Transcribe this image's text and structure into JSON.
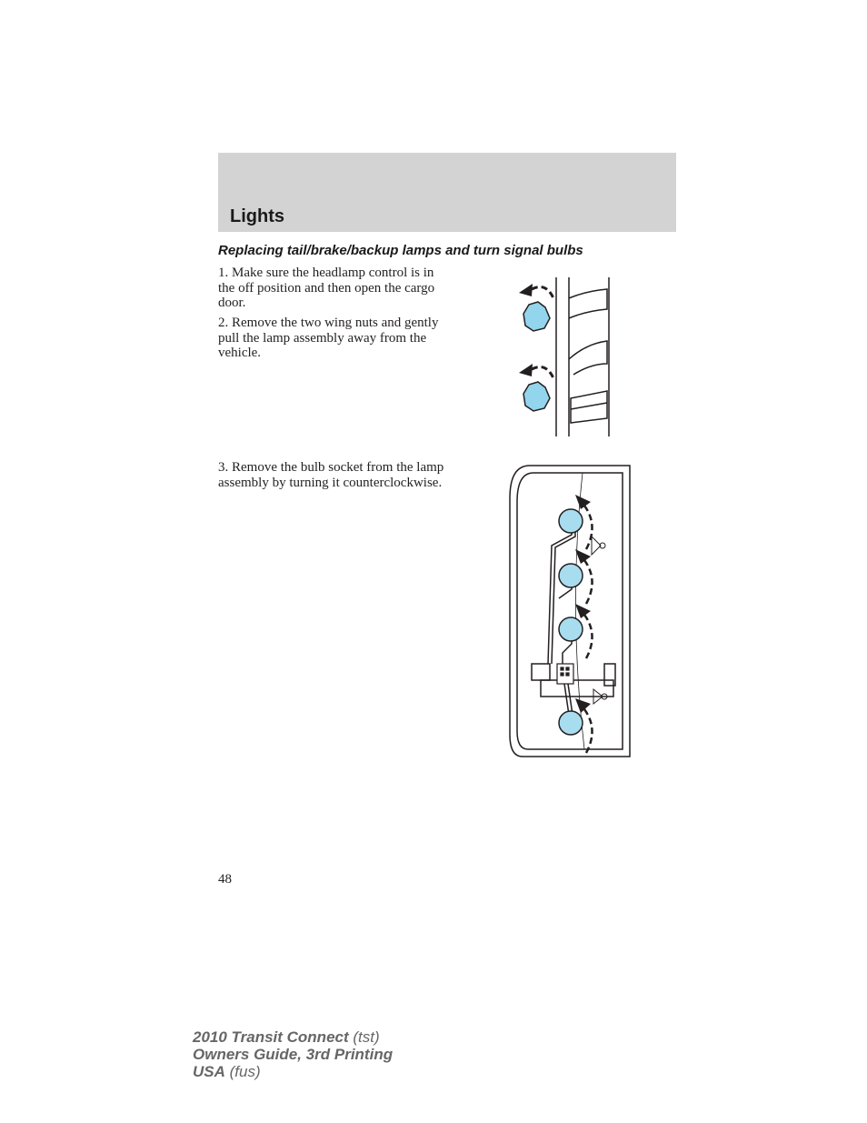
{
  "header": {
    "section_title": "Lights"
  },
  "subheading": "Replacing tail/brake/backup lamps and turn signal bulbs",
  "steps": [
    "1. Make sure the headlamp control is in the off position and then open the cargo door.",
    "2. Remove the two wing nuts and gently pull the lamp assembly away from the vehicle.",
    "3. Remove the bulb socket from the lamp assembly by turning it counterclockwise."
  ],
  "page_number": "48",
  "footer": {
    "line1_main": "2010 Transit Connect",
    "line1_note": "(tst)",
    "line2_main": "Owners Guide, 3rd Printing",
    "line3_main": "USA",
    "line3_note": "(fus)"
  },
  "colors": {
    "header_band": "#d3d3d3",
    "bulb_fill": "#a8dcef",
    "nut_fill": "#93d5ec"
  }
}
